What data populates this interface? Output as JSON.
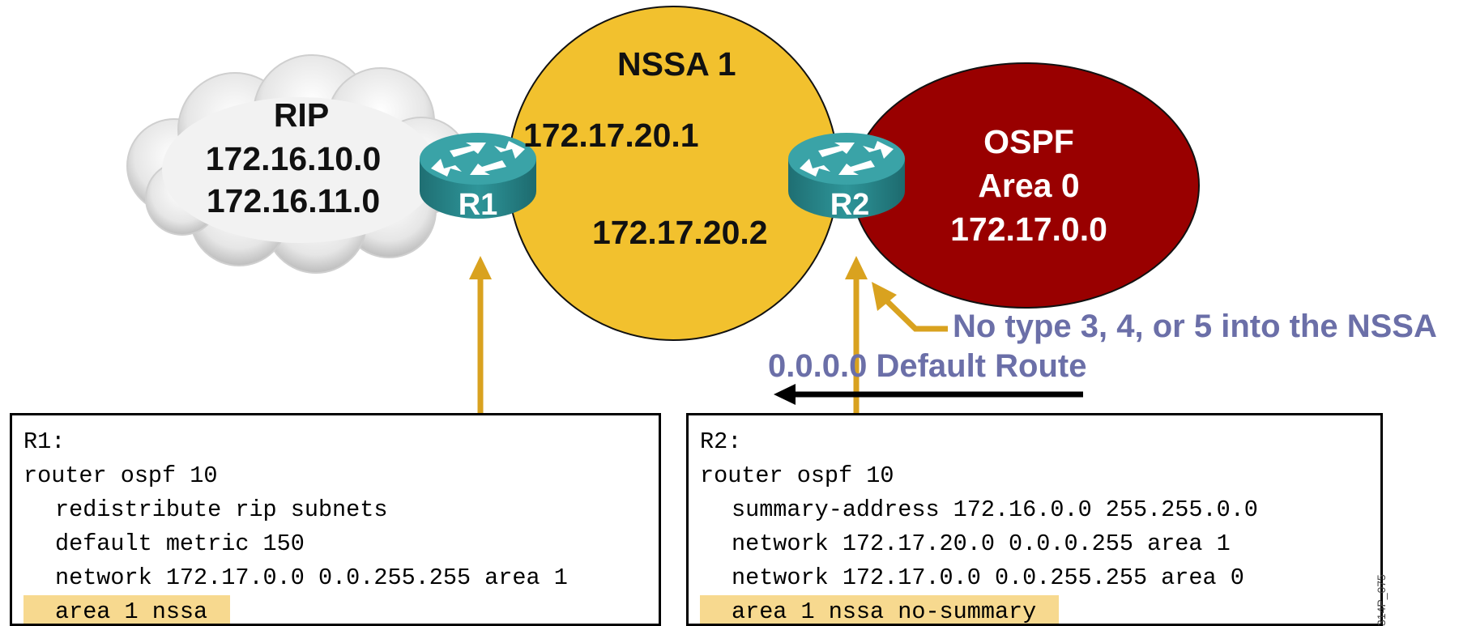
{
  "rip_cloud": {
    "title": "RIP",
    "networks": [
      "172.16.10.0",
      "172.16.11.0"
    ]
  },
  "nssa_area": {
    "title": "NSSA 1",
    "addr_r1": "172.17.20.1",
    "addr_r2": "172.17.20.2"
  },
  "ospf_area": {
    "lines": [
      "OSPF",
      "Area 0",
      "172.17.0.0"
    ]
  },
  "routers": {
    "r1": "R1",
    "r2": "R2"
  },
  "annotations": {
    "no_type": "No type 3, 4, or 5 into the NSSA",
    "default_route": "0.0.0.0 Default Route"
  },
  "r1_config": {
    "header": "R1:",
    "router": "router ospf 10",
    "cmds": [
      "redistribute rip subnets",
      "default metric 150",
      "network 172.17.0.0 0.0.255.255 area 1"
    ],
    "highlight": "area 1 nssa"
  },
  "r2_config": {
    "header": "R2:",
    "router": "router ospf 10",
    "cmds": [
      "summary-address 172.16.0.0 255.255.0.0",
      "network 172.17.20.0 0.0.0.255 area 1",
      "network 172.17.0.0 0.0.255.255 area 0"
    ],
    "highlight": "area 1 nssa no-summary"
  },
  "figure_code": "314P_075",
  "colors": {
    "nssa": "#f2c12e",
    "ospf": "#990000",
    "router": "#2e8f92",
    "arrow": "#d9a21f",
    "note": "#6b6fa8",
    "highlight": "#f7d98f"
  }
}
